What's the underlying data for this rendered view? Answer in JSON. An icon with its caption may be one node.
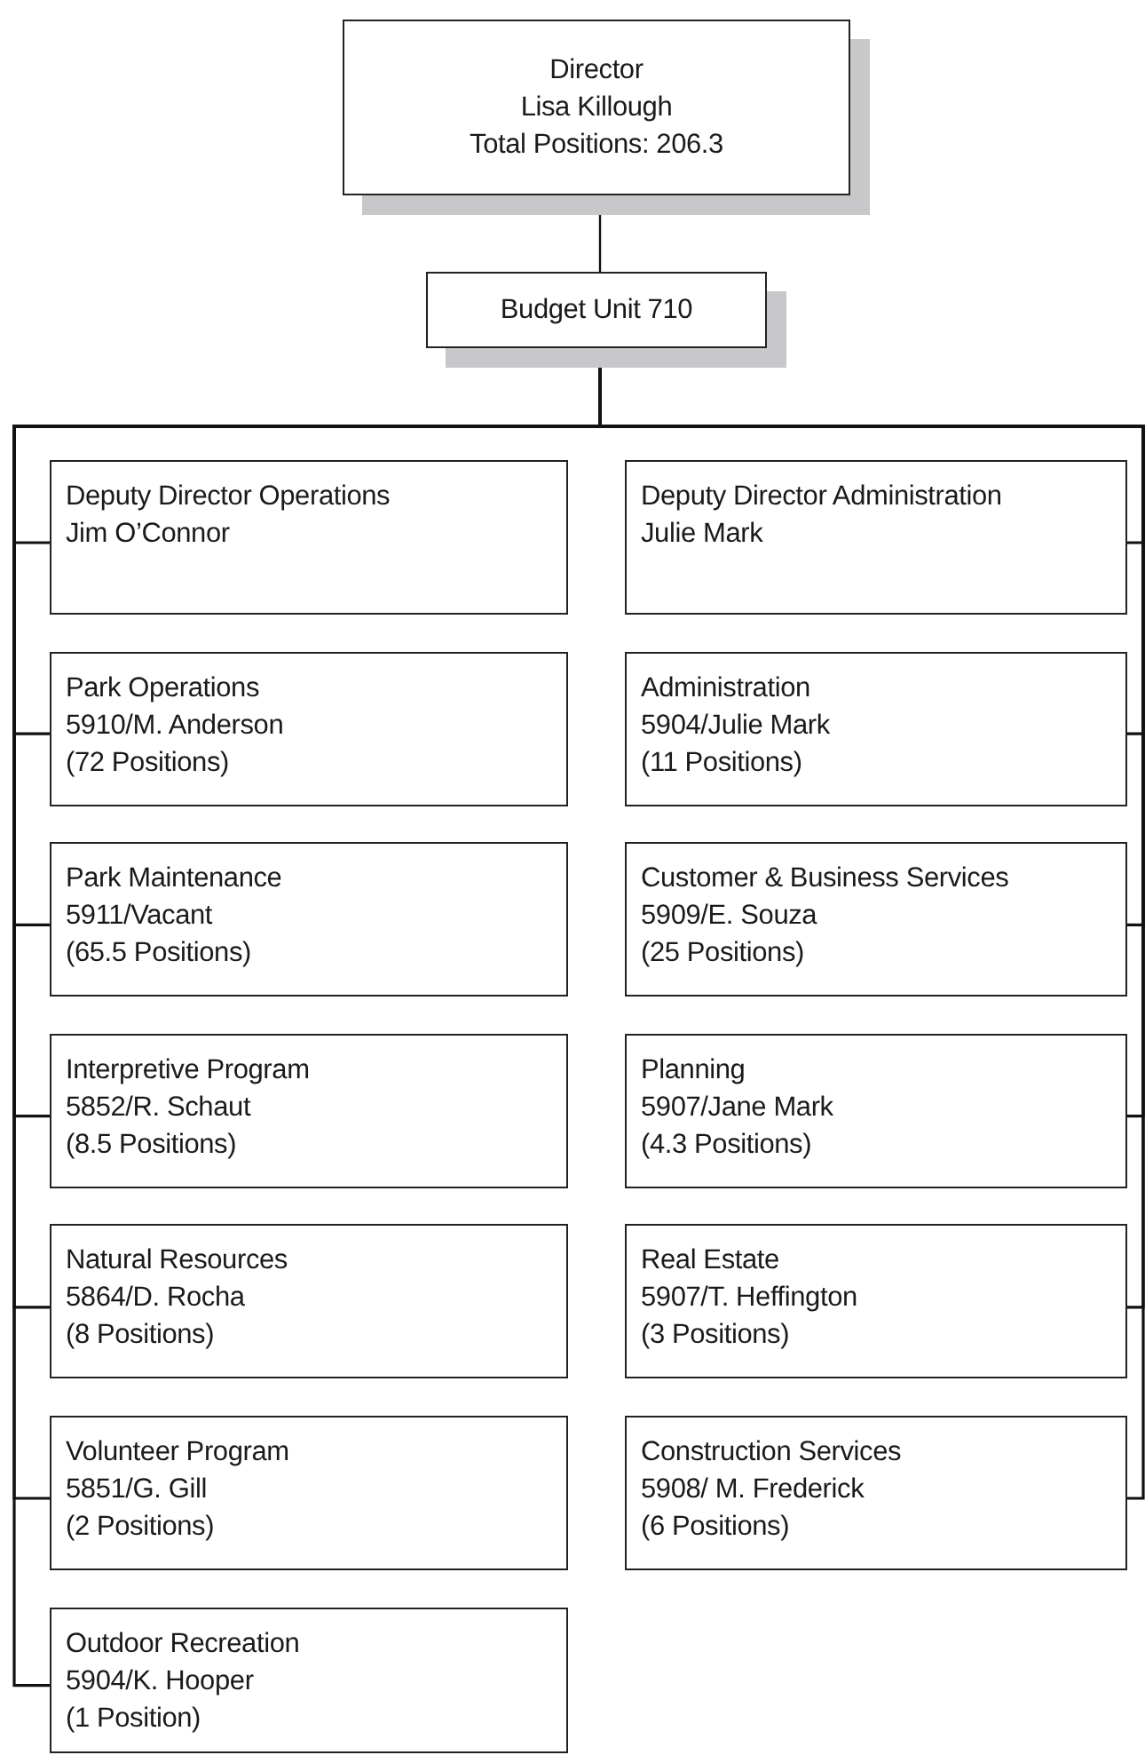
{
  "diagram": {
    "nodes": [
      {
        "text": [
          "Director",
          "Lisa Killough",
          "Total Positions: 206.3"
        ]
      },
      {
        "text": [
          "Budget Unit 710"
        ]
      },
      {
        "text": [
          "Deputy Director Operations",
          "Jim O’Connor"
        ]
      },
      {
        "text": [
          "Deputy Director Administration",
          "Julie Mark"
        ]
      },
      {
        "text": [
          "Park Operations",
          "5910/M. Anderson",
          "(72 Positions)"
        ]
      },
      {
        "text": [
          "Administration",
          "5904/Julie Mark",
          "(11 Positions)"
        ]
      },
      {
        "text": [
          "Park Maintenance",
          "5911/Vacant",
          "(65.5 Positions)"
        ]
      },
      {
        "text": [
          "Customer & Business Services",
          "5909/E. Souza",
          "(25 Positions)"
        ]
      },
      {
        "text": [
          "Interpretive Program",
          "5852/R. Schaut",
          "(8.5 Positions)"
        ]
      },
      {
        "text": [
          "Planning",
          "5907/Jane Mark",
          "(4.3 Positions)"
        ]
      },
      {
        "text": [
          "Natural Resources",
          "5864/D. Rocha",
          "(8 Positions)"
        ]
      },
      {
        "text": [
          "Real Estate",
          "5907/T. Heffington",
          "(3 Positions)"
        ]
      },
      {
        "text": [
          "Volunteer Program",
          "5851/G. Gill",
          "(2 Positions)"
        ]
      },
      {
        "text": [
          "Construction Services",
          "5908/ M. Frederick",
          "(6 Positions)"
        ]
      },
      {
        "text": [
          "Outdoor Recreation",
          "5904/K. Hooper",
          "(1 Position)"
        ]
      }
    ],
    "edges": [
      {
        "from": 0,
        "to": 1,
        "arrow": "none"
      },
      {
        "from": 1,
        "to": 2,
        "arrow": "none"
      },
      {
        "from": 1,
        "to": 3,
        "arrow": "none"
      },
      {
        "from": 1,
        "to": 4,
        "arrow": "none"
      },
      {
        "from": 1,
        "to": 5,
        "arrow": "none"
      },
      {
        "from": 1,
        "to": 6,
        "arrow": "none"
      },
      {
        "from": 1,
        "to": 7,
        "arrow": "none"
      },
      {
        "from": 1,
        "to": 8,
        "arrow": "none"
      },
      {
        "from": 1,
        "to": 9,
        "arrow": "none"
      },
      {
        "from": 1,
        "to": 10,
        "arrow": "none"
      },
      {
        "from": 1,
        "to": 11,
        "arrow": "none"
      },
      {
        "from": 1,
        "to": 12,
        "arrow": "none"
      },
      {
        "from": 1,
        "to": 13,
        "arrow": "none"
      },
      {
        "from": 1,
        "to": 14,
        "arrow": "none"
      }
    ]
  }
}
